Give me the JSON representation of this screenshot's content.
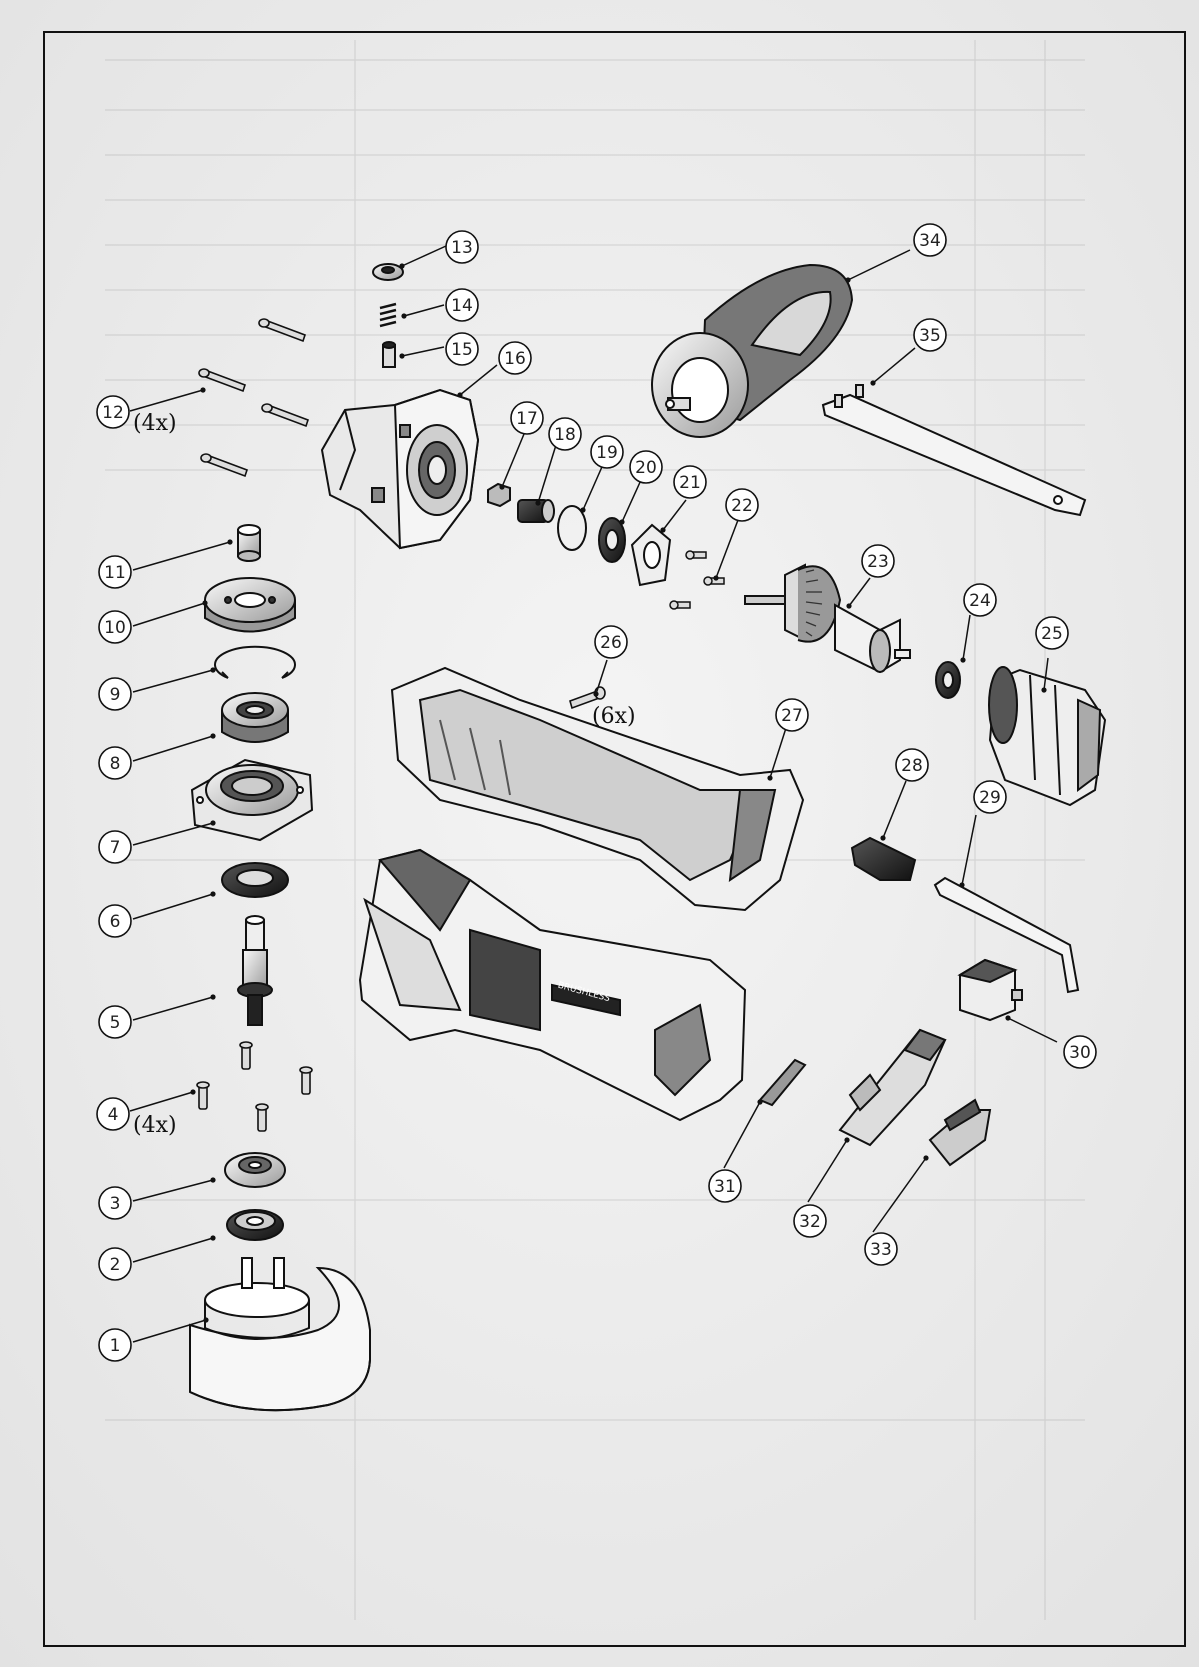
{
  "diagram": {
    "callouts": [
      {
        "id": "c1",
        "label": "1"
      },
      {
        "id": "c2",
        "label": "2"
      },
      {
        "id": "c3",
        "label": "3"
      },
      {
        "id": "c4",
        "label": "4"
      },
      {
        "id": "c5",
        "label": "5"
      },
      {
        "id": "c6",
        "label": "6"
      },
      {
        "id": "c7",
        "label": "7"
      },
      {
        "id": "c8",
        "label": "8"
      },
      {
        "id": "c9",
        "label": "9"
      },
      {
        "id": "c10",
        "label": "10"
      },
      {
        "id": "c11",
        "label": "11"
      },
      {
        "id": "c12",
        "label": "12"
      },
      {
        "id": "c13",
        "label": "13"
      },
      {
        "id": "c14",
        "label": "14"
      },
      {
        "id": "c15",
        "label": "15"
      },
      {
        "id": "c16",
        "label": "16"
      },
      {
        "id": "c17",
        "label": "17"
      },
      {
        "id": "c18",
        "label": "18"
      },
      {
        "id": "c19",
        "label": "19"
      },
      {
        "id": "c20",
        "label": "20"
      },
      {
        "id": "c21",
        "label": "21"
      },
      {
        "id": "c22",
        "label": "22"
      },
      {
        "id": "c23",
        "label": "23"
      },
      {
        "id": "c24",
        "label": "24"
      },
      {
        "id": "c25",
        "label": "25"
      },
      {
        "id": "c26",
        "label": "26"
      },
      {
        "id": "c27",
        "label": "27"
      },
      {
        "id": "c28",
        "label": "28"
      },
      {
        "id": "c29",
        "label": "29"
      },
      {
        "id": "c30",
        "label": "30"
      },
      {
        "id": "c31",
        "label": "31"
      },
      {
        "id": "c32",
        "label": "32"
      },
      {
        "id": "c33",
        "label": "33"
      },
      {
        "id": "c34",
        "label": "34"
      },
      {
        "id": "c35",
        "label": "35"
      }
    ],
    "quantities": {
      "q4": "(4x)",
      "q12": "(4x)",
      "q26": "(6x)"
    },
    "body_text": "BRUSHLESS"
  }
}
